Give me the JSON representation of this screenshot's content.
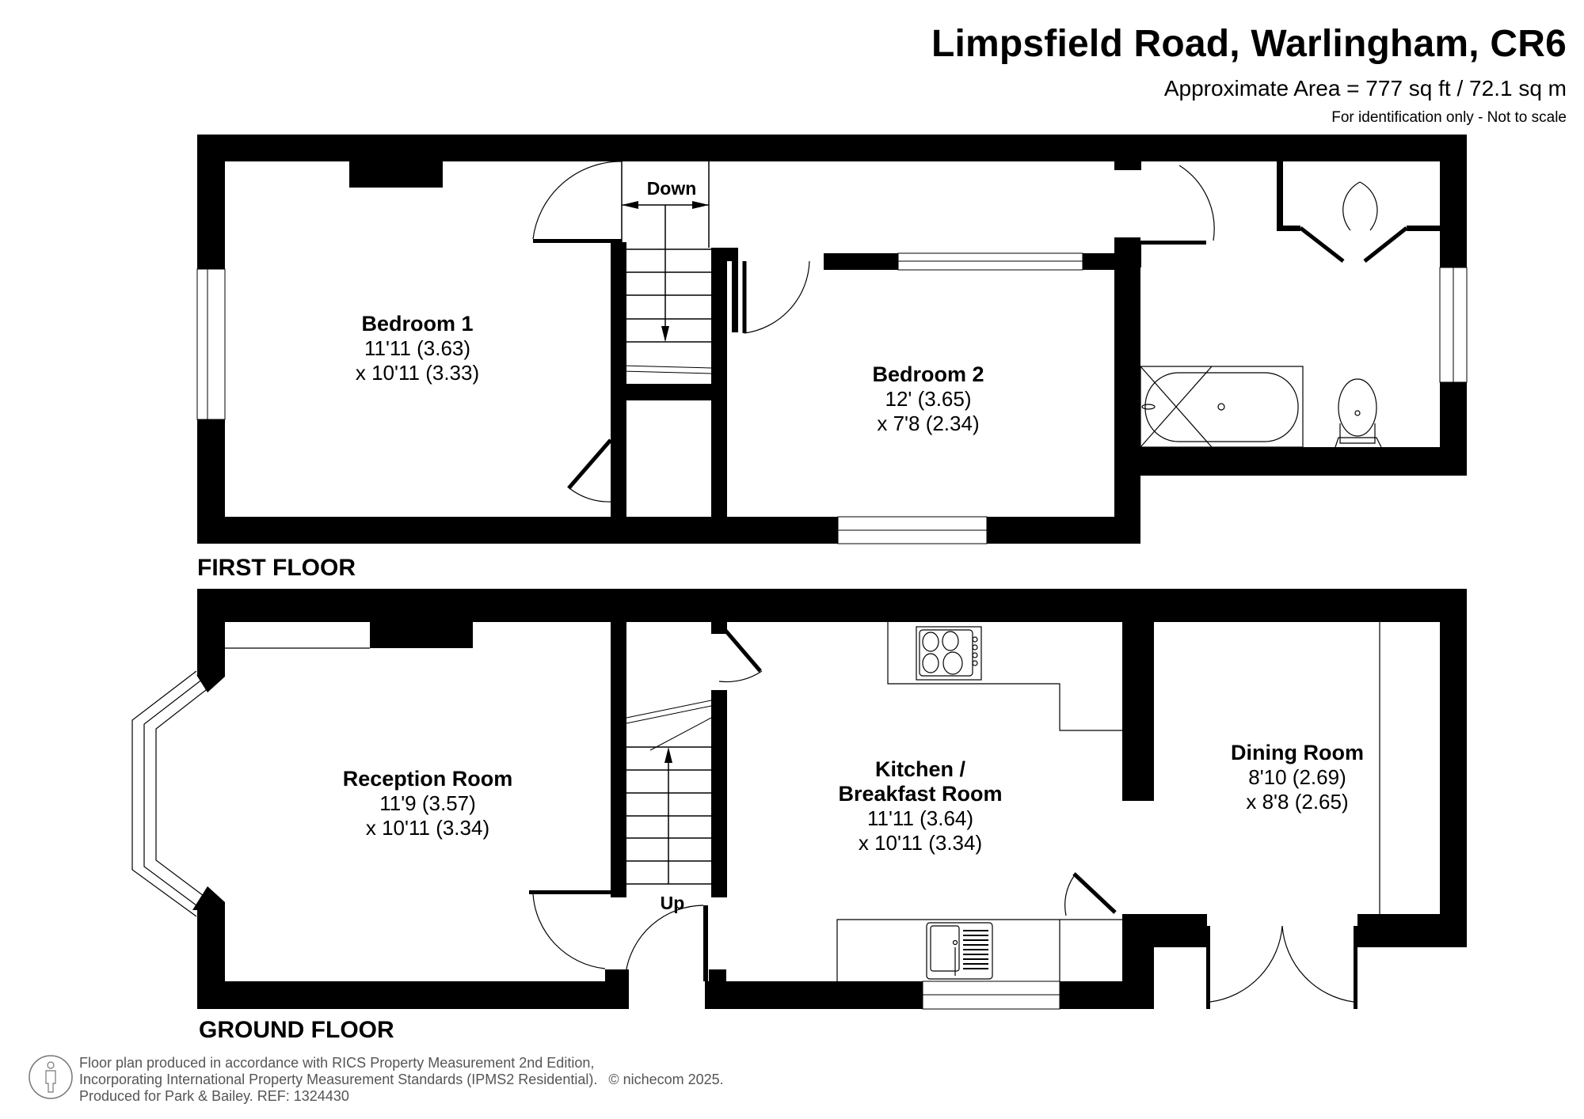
{
  "header": {
    "title": "Limpsfield Road, Warlingham, CR6",
    "area": "Approximate Area = 777 sq ft / 72.1 sq m",
    "note": "For identification only - Not to scale"
  },
  "floors": {
    "first": {
      "label": "FIRST FLOOR",
      "stairs_label": "Down",
      "rooms": [
        {
          "name": "Bedroom 1",
          "dim1": "11'11 (3.63)",
          "dim2": "x 10'11 (3.33)"
        },
        {
          "name": "Bedroom 2",
          "dim1": "12' (3.65)",
          "dim2": "x 7'8 (2.34)"
        }
      ]
    },
    "ground": {
      "label": "GROUND FLOOR",
      "stairs_label": "Up",
      "rooms": [
        {
          "name": "Reception Room",
          "dim1": "11'9 (3.57)",
          "dim2": "x 10'11 (3.34)"
        },
        {
          "name": "Kitchen /",
          "name2": "Breakfast Room",
          "dim1": "11'11 (3.64)",
          "dim2": "x 10'11 (3.34)"
        },
        {
          "name": "Dining Room",
          "dim1": "8'10 (2.69)",
          "dim2": "x 8'8 (2.65)"
        }
      ]
    }
  },
  "footer": {
    "icon": "person-icon",
    "line1": "Floor plan produced in accordance with RICS Property Measurement 2nd Edition,",
    "line2": "Incorporating International Property Measurement Standards (IPMS2 Residential).",
    "copyright": "© nichecom 2025.",
    "line3": "Produced for Park & Bailey.   REF:  1324430"
  },
  "colors": {
    "wall": "#000000",
    "background": "#ffffff",
    "fixture_line": "#333333",
    "footer_text": "#555555"
  }
}
